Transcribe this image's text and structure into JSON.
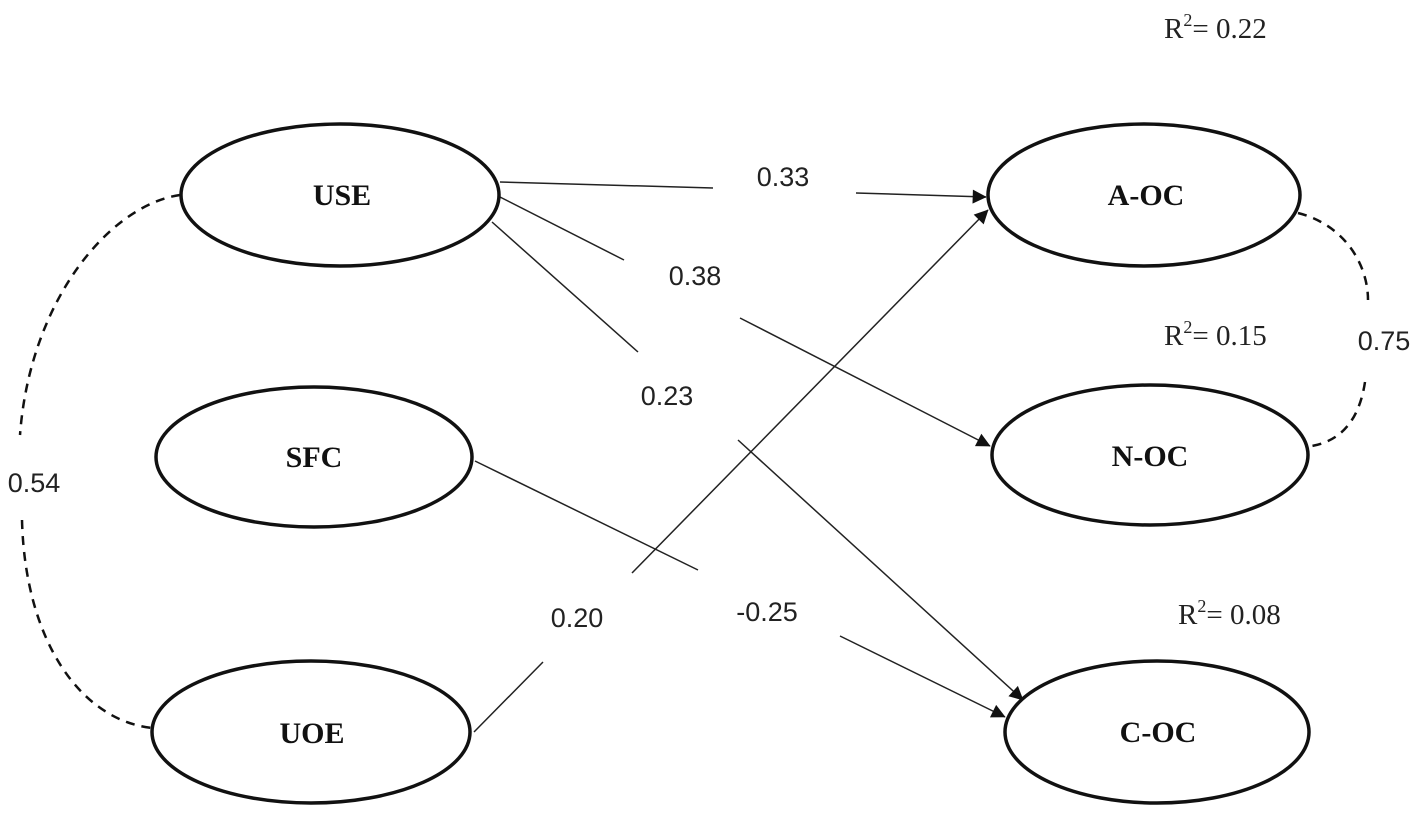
{
  "nodes": {
    "use": "USE",
    "sfc": "SFC",
    "uoe": "UOE",
    "aoc": "A-OC",
    "noc": "N-OC",
    "coc": "C-OC"
  },
  "coefficients": {
    "use_aoc": "0.33",
    "use_noc": "0.38",
    "use_coc": "0.23",
    "uoe_aoc": "0.20",
    "sfc_coc": "-0.25",
    "use_uoe_cov": "0.54",
    "aoc_noc_cov": "0.75"
  },
  "r_squared": {
    "prefix": "R",
    "exponent": "2",
    "aoc": "= 0.22",
    "noc": "= 0.15",
    "coc": "= 0.08"
  }
}
